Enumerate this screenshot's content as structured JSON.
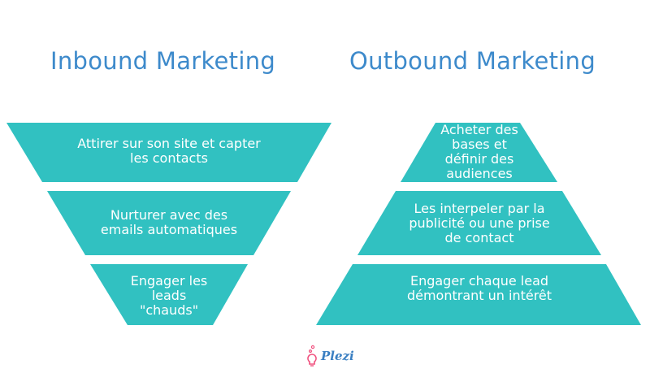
{
  "titles": {
    "inbound": "Inbound Marketing",
    "outbound": "Outbound Marketing"
  },
  "colors": {
    "title": "#3d8acb",
    "shape_fill": "#31c1c1",
    "label": "#ffffff",
    "logo_pink": "#f0507e",
    "logo_blue": "#3a7fc2"
  },
  "inbound_funnel": [
    {
      "label": "Attirer sur son site et capter\nles contacts"
    },
    {
      "label": "Nurturer avec des\nemails automatiques"
    },
    {
      "label": "Engager les\nleads\n\"chauds\""
    }
  ],
  "outbound_pyramid": [
    {
      "label": "Acheter des\nbases et\ndéfinir des\naudiences"
    },
    {
      "label": "Les interpeler par la\npublicité ou une prise\nde contact"
    },
    {
      "label": "Engager chaque lead\ndémontrant un intérêt"
    }
  ],
  "logo": {
    "text": "Plezi",
    "icon": "lightbulb-icon"
  }
}
